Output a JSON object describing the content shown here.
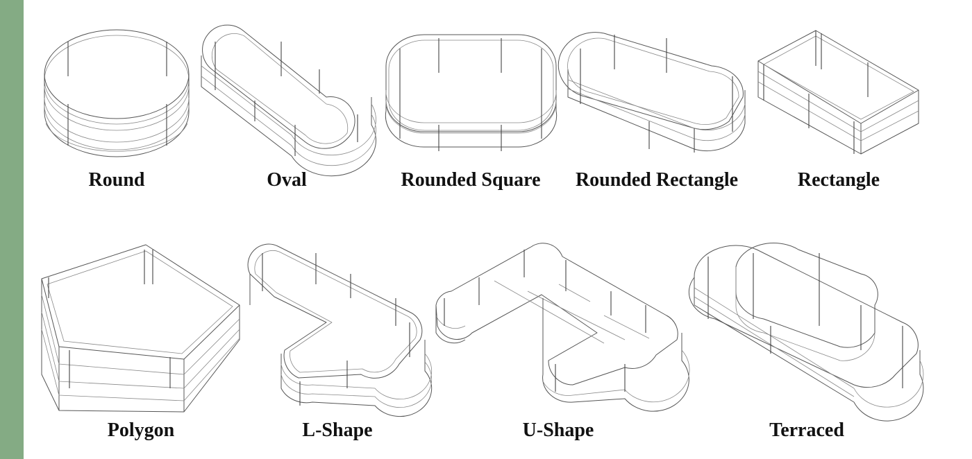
{
  "colors": {
    "side_bar": "#84ab84",
    "line_art": "#555555",
    "label_text": "#111111"
  },
  "shapes": [
    {
      "label": "Round",
      "icon": "round-bed-icon"
    },
    {
      "label": "Oval",
      "icon": "oval-bed-icon"
    },
    {
      "label": "Rounded Square",
      "icon": "rounded-square-bed-icon"
    },
    {
      "label": "Rounded Rectangle",
      "icon": "rounded-rectangle-bed-icon"
    },
    {
      "label": "Rectangle",
      "icon": "rectangle-bed-icon"
    },
    {
      "label": "Polygon",
      "icon": "polygon-bed-icon"
    },
    {
      "label": "L-Shape",
      "icon": "l-shape-bed-icon"
    },
    {
      "label": "U-Shape",
      "icon": "u-shape-bed-icon"
    },
    {
      "label": "Terraced",
      "icon": "terraced-bed-icon"
    }
  ]
}
